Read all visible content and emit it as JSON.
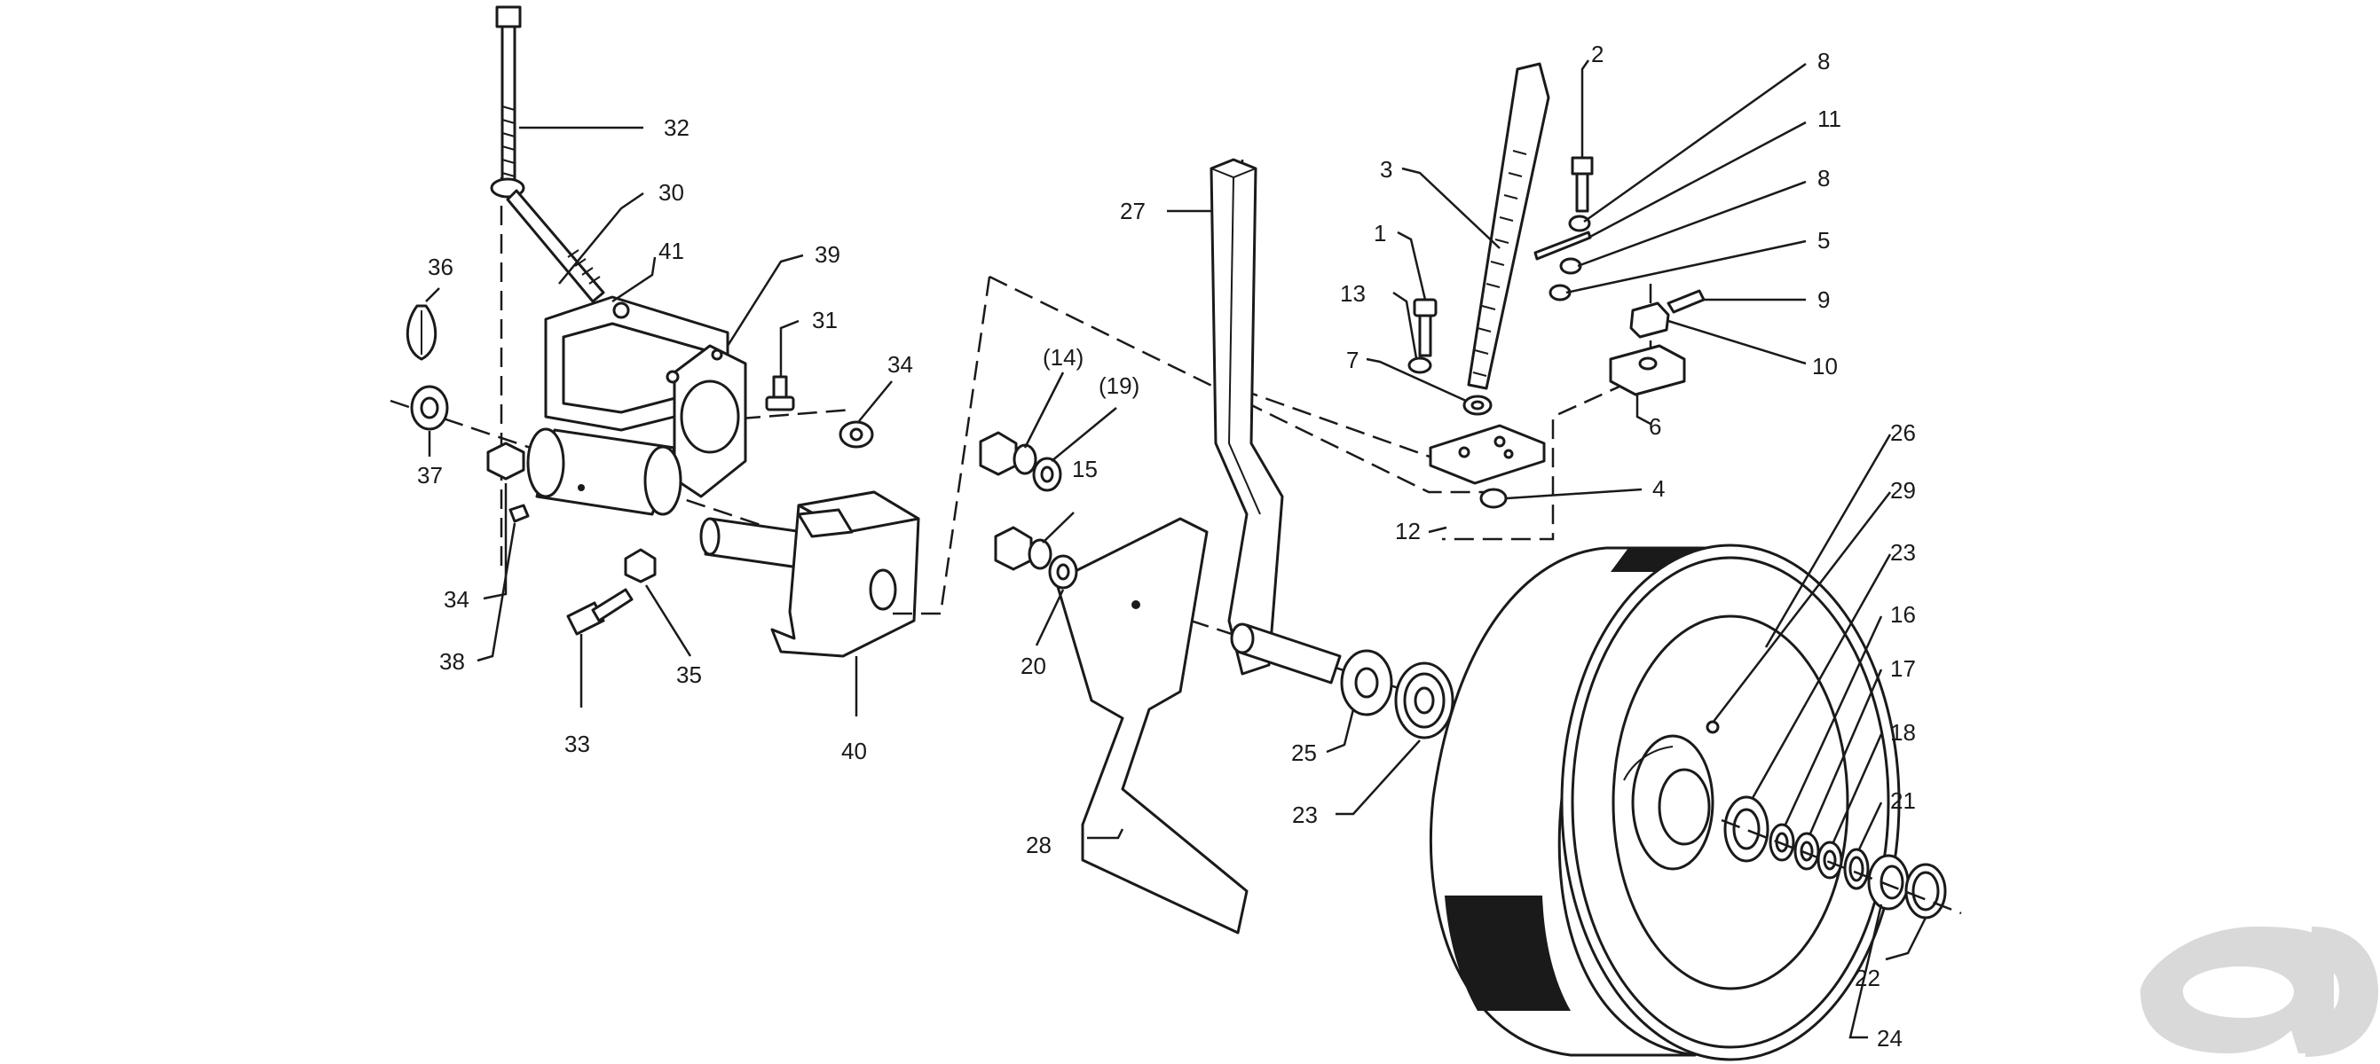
{
  "diagram": {
    "callouts": [
      {
        "id": "c32",
        "text": "32"
      },
      {
        "id": "c30",
        "text": "30"
      },
      {
        "id": "c41",
        "text": "41"
      },
      {
        "id": "c39",
        "text": "39"
      },
      {
        "id": "c36",
        "text": "36"
      },
      {
        "id": "c31",
        "text": "31"
      },
      {
        "id": "c34a",
        "text": "34"
      },
      {
        "id": "c37",
        "text": "37"
      },
      {
        "id": "c34b",
        "text": "34"
      },
      {
        "id": "c38",
        "text": "38"
      },
      {
        "id": "c35",
        "text": "35"
      },
      {
        "id": "c33",
        "text": "33"
      },
      {
        "id": "c40",
        "text": "40"
      },
      {
        "id": "c14",
        "text": "(14)"
      },
      {
        "id": "c19",
        "text": "(19)"
      },
      {
        "id": "c15",
        "text": "15"
      },
      {
        "id": "c20",
        "text": "20"
      },
      {
        "id": "c27",
        "text": "27"
      },
      {
        "id": "c28",
        "text": "28"
      },
      {
        "id": "c25",
        "text": "25"
      },
      {
        "id": "c23a",
        "text": "23"
      },
      {
        "id": "c2",
        "text": "2"
      },
      {
        "id": "c8a",
        "text": "8"
      },
      {
        "id": "c3",
        "text": "3"
      },
      {
        "id": "c11",
        "text": "11"
      },
      {
        "id": "c8b",
        "text": "8"
      },
      {
        "id": "c1",
        "text": "1"
      },
      {
        "id": "c5",
        "text": "5"
      },
      {
        "id": "c13",
        "text": "13"
      },
      {
        "id": "c9",
        "text": "9"
      },
      {
        "id": "c7",
        "text": "7"
      },
      {
        "id": "c10",
        "text": "10"
      },
      {
        "id": "c6",
        "text": "6"
      },
      {
        "id": "c4",
        "text": "4"
      },
      {
        "id": "c12",
        "text": "12"
      },
      {
        "id": "c26",
        "text": "26"
      },
      {
        "id": "c29",
        "text": "29"
      },
      {
        "id": "c23b",
        "text": "23"
      },
      {
        "id": "c16",
        "text": "16"
      },
      {
        "id": "c17",
        "text": "17"
      },
      {
        "id": "c18",
        "text": "18"
      },
      {
        "id": "c21",
        "text": "21"
      },
      {
        "id": "c22",
        "text": "22"
      },
      {
        "id": "c24",
        "text": "24"
      }
    ]
  }
}
